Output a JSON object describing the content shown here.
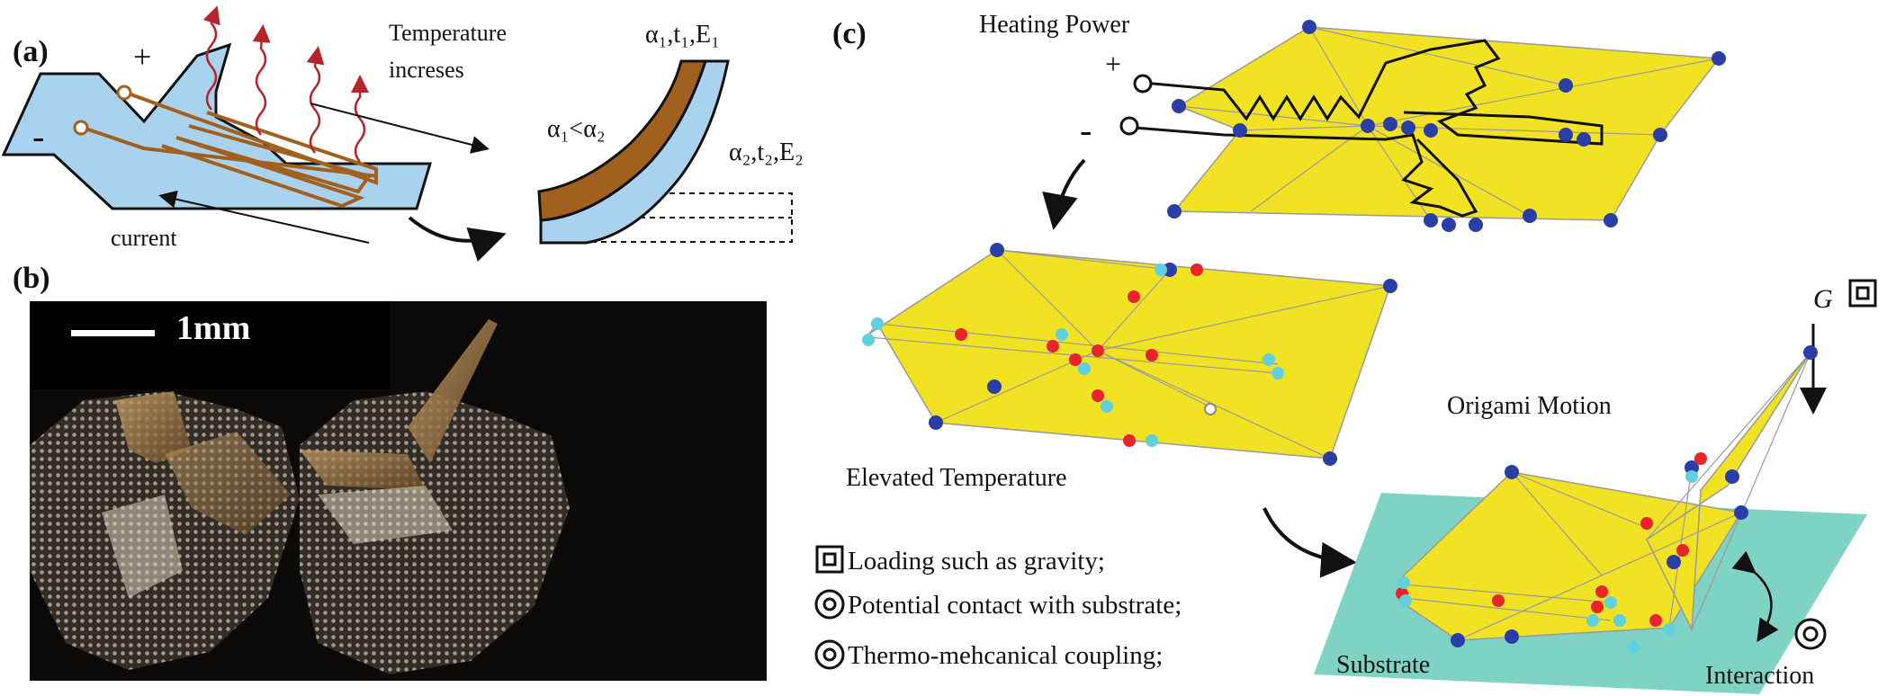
{
  "panel_a": {
    "label": "(a)",
    "plus": "+",
    "minus": "-",
    "temperature_line1": "Temperature",
    "temperature_line2": "increses",
    "current": "current",
    "alpha_compare": "α₁<α₂",
    "layer1_props": "α₁,t₁,E₁",
    "layer2_props": "α₂,t₂,E₂"
  },
  "panel_b": {
    "label": "(b)",
    "scale_bar": "1mm"
  },
  "panel_c": {
    "label": "(c)",
    "heating_power": "Heating Power",
    "plus": "+",
    "minus": "-",
    "elevated_temperature": "Elevated Temperature",
    "origami_motion": "Origami Motion",
    "gravity_symbol": "G",
    "legend": [
      {
        "icon": "square-target-icon",
        "text": "Loading such as gravity;"
      },
      {
        "icon": "double-circle-icon",
        "text": "Potential contact with substrate;"
      },
      {
        "icon": "double-circle-icon",
        "text": "Thermo-mehcanical coupling;"
      }
    ],
    "substrate": "Substrate",
    "interaction": "Interaction"
  },
  "colors": {
    "panel_blue": "#a9d2ef",
    "copper": "#a2601e",
    "origami_yellow": "#f1e324",
    "node_blue": "#2b3ea6",
    "node_red": "#e8242a",
    "node_cyan": "#5fd0de",
    "substrate_teal": "#7ed3c5",
    "heat_arrow": "#b5242a"
  }
}
